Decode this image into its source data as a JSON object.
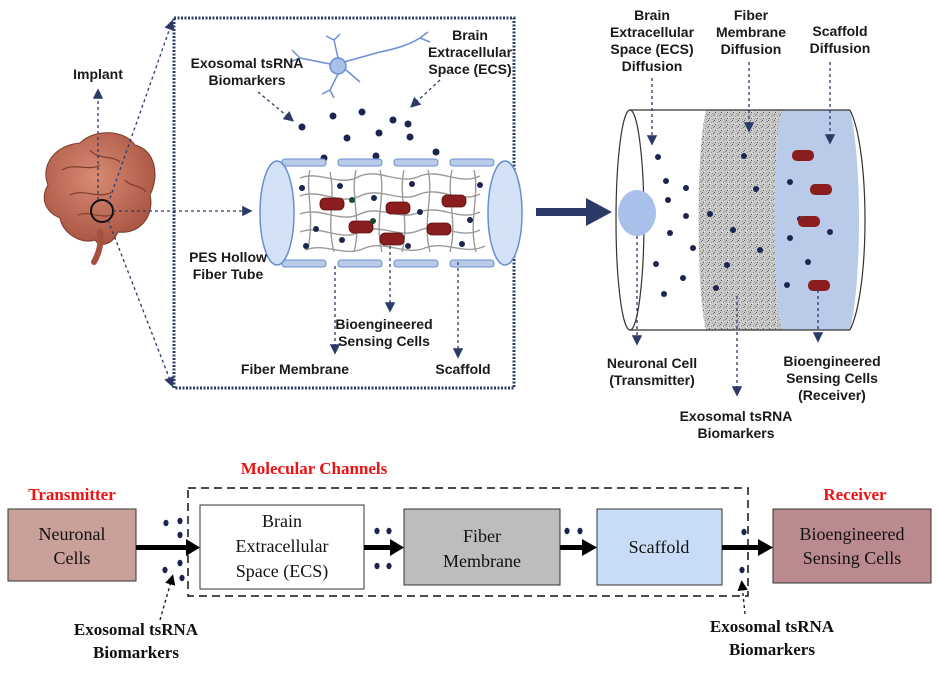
{
  "top_left": {
    "implant": "Implant",
    "exosomal": [
      "Exosomal tsRNA",
      "Biomarkers"
    ],
    "brain_ecs": [
      "Brain",
      "Extracellular",
      "Space (ECS)"
    ],
    "pes": [
      "PES Hollow",
      "Fiber Tube"
    ],
    "bio_cells": [
      "Bioengineered",
      "Sensing Cells"
    ],
    "fiber_membrane": "Fiber Membrane",
    "scaffold": "Scaffold"
  },
  "top_right": {
    "ecs_diffusion": [
      "Brain",
      "Extracellular",
      "Space (ECS)",
      "Diffusion"
    ],
    "fiber_diffusion": [
      "Fiber",
      "Membrane",
      "Diffusion"
    ],
    "scaffold_diffusion": [
      "Scaffold",
      "Diffusion"
    ],
    "neuronal": [
      "Neuronal Cell",
      "(Transmitter)"
    ],
    "exosomal": [
      "Exosomal tsRNA",
      "Biomarkers"
    ],
    "receiver": [
      "Bioengineered",
      "Sensing Cells",
      "(Receiver)"
    ]
  },
  "bottom": {
    "transmitter": "Transmitter",
    "molecular_channels": "Molecular Channels",
    "receiver": "Receiver",
    "box_neuronal": [
      "Neuronal",
      "Cells"
    ],
    "box_ecs": [
      "Brain",
      "Extracellular",
      "Space (ECS)"
    ],
    "box_fiber": [
      "Fiber",
      "Membrane"
    ],
    "box_scaffold": "Scaffold",
    "box_receiver": [
      "Bioengineered",
      "Sensing Cells"
    ],
    "exosomal_left": [
      "Exosomal tsRNA",
      "Biomarkers"
    ],
    "exosomal_right": [
      "Exosomal tsRNA",
      "Biomarkers"
    ]
  },
  "colors": {
    "red_label": "#ee1111",
    "dot": "#1c2550",
    "arrow_blue": "#2b3a67",
    "box_transmitter": "#c9a09a",
    "box_fiber": "#bdbdbd",
    "box_scaffold": "#c9dcf7",
    "box_receiver": "#bb8a8f",
    "scaffold_panel": "#b9cbe9",
    "red_cell": "#8a1d1d"
  }
}
